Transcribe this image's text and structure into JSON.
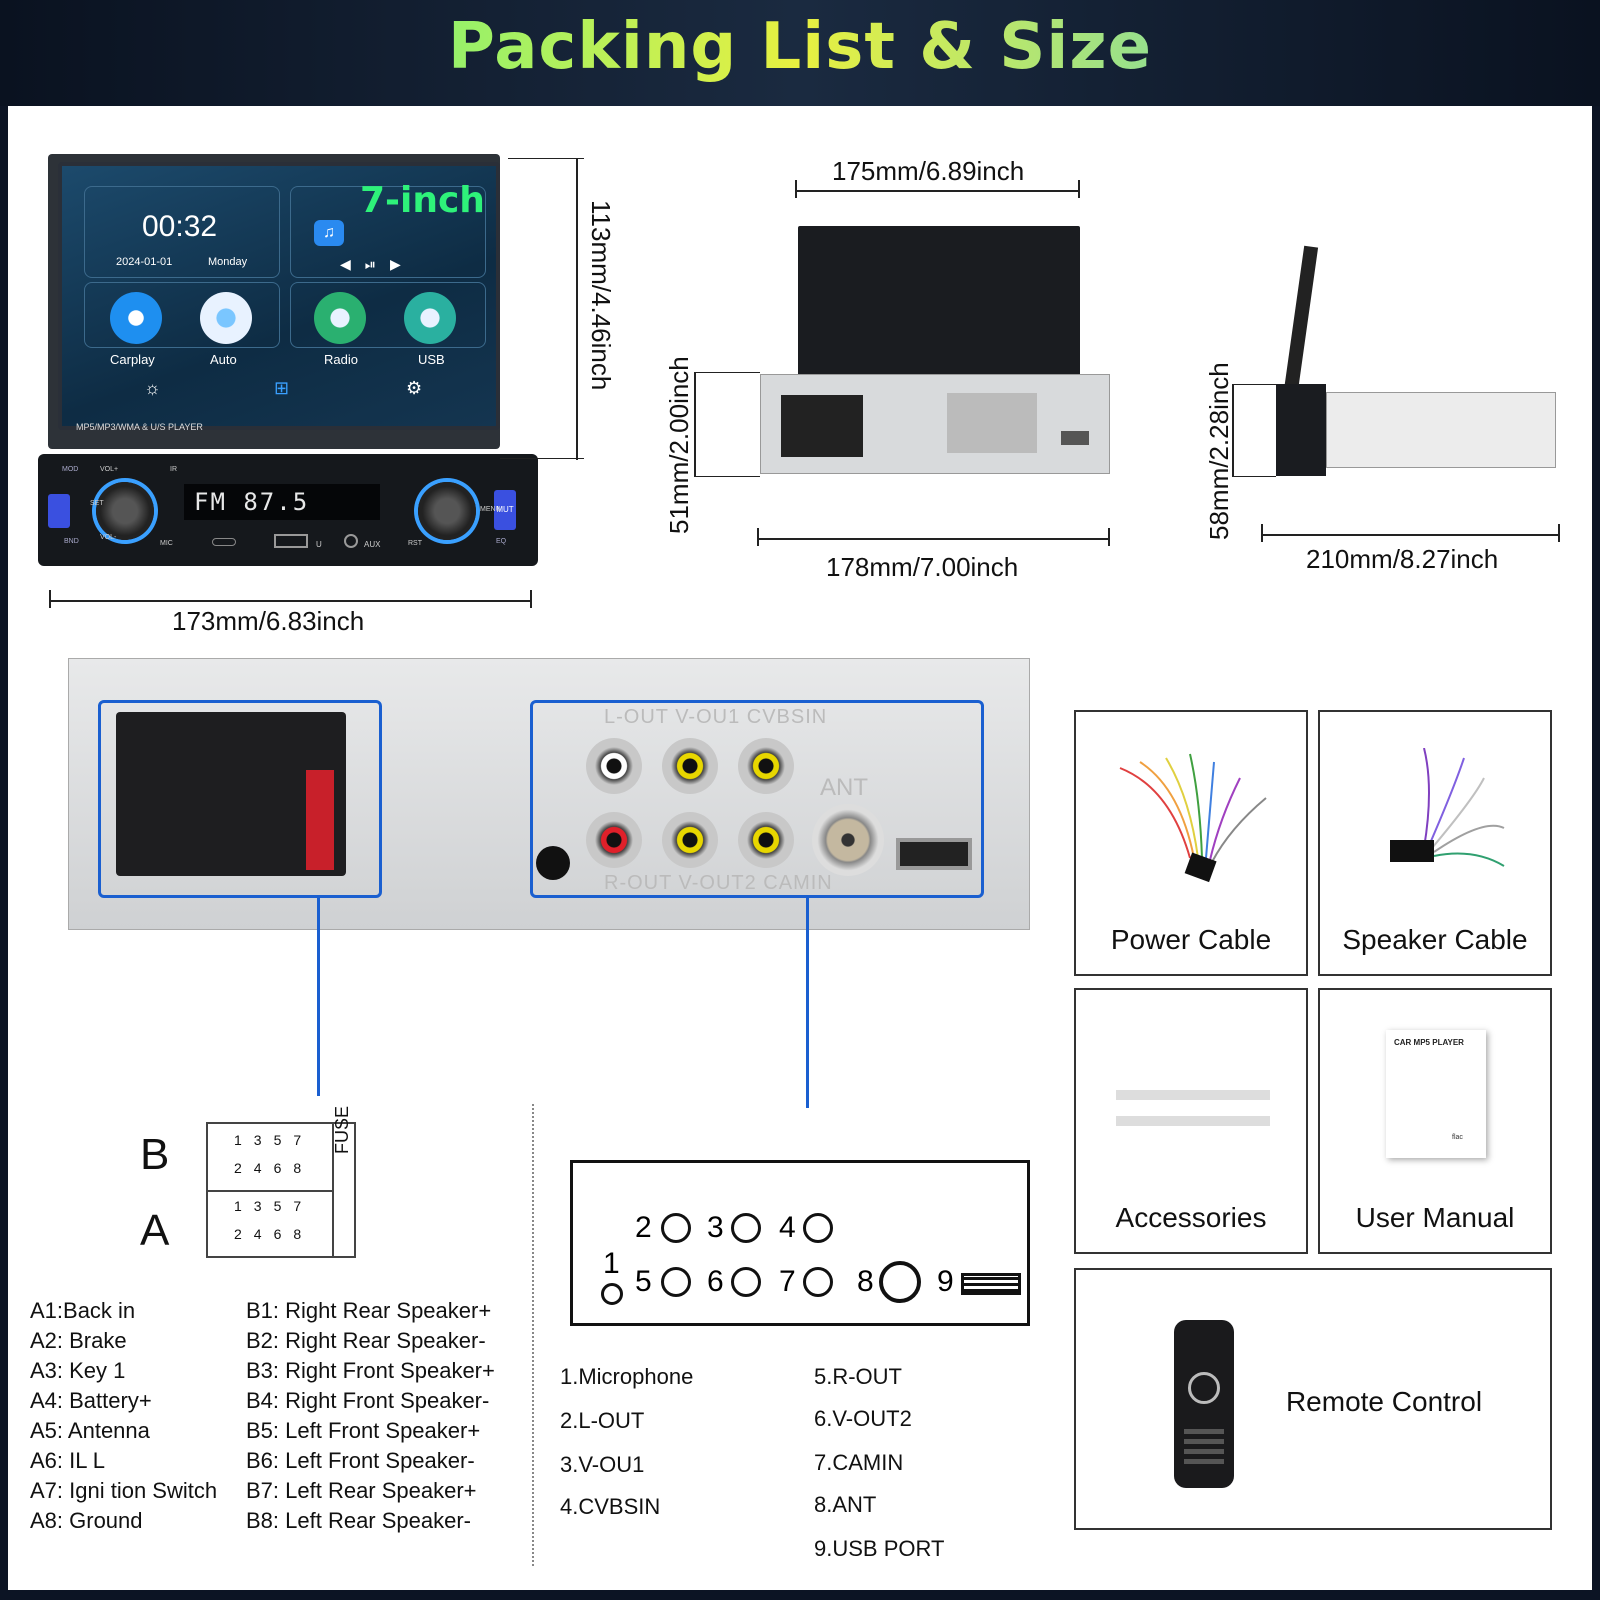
{
  "header": {
    "title": "Packing List & Size"
  },
  "radio_screen": {
    "size_label": "7-inch",
    "time": "00:32",
    "date": "2024-01-01",
    "day": "Monday",
    "apps": [
      "Carplay",
      "Auto",
      "Radio",
      "USB"
    ],
    "bottom_label": "MP5/MP3/WMA & U/S PLAYER",
    "lcd_text": "FM 87.5",
    "face_labels": {
      "mod": "MOD",
      "vol_up": "VOL+",
      "ir": "IR",
      "set": "SET",
      "vol_down": "VOL-",
      "mic": "MIC",
      "u": "U",
      "aux": "AUX",
      "rst": "RST",
      "menu": "MENU",
      "mut": "MUT",
      "bnd": "BND",
      "eq": "EQ"
    }
  },
  "dimensions": {
    "front_height": "113mm/4.46inch",
    "front_width": "173mm/6.83inch",
    "top_width": "175mm/6.89inch",
    "rear_height": "51mm/2.00inch",
    "rear_width": "178mm/7.00inch",
    "side_height": "58mm/2.28inch",
    "side_depth": "210mm/8.27inch"
  },
  "rear_panel": {
    "top_labels": "L-OUT V-OU1 CVBSIN",
    "bottom_labels": "R-OUT V-OUT2 CAMIN",
    "ant_label": "ANT"
  },
  "iso_connector": {
    "b_label": "B",
    "a_label": "A",
    "fuse_label": "FUSE",
    "pins": [
      "1",
      "3",
      "5",
      "7",
      "2",
      "4",
      "6",
      "8"
    ]
  },
  "pin_list_a": [
    "A1:Back    in",
    "A2: Brake",
    "A3: Key 1",
    "A4: Battery+",
    "A5: Antenna",
    "A6: IL L",
    "A7:  Igni tion Switch",
    "A8: Ground"
  ],
  "pin_list_b": [
    "B1: Right Rear Speaker+",
    "B2: Right Rear Speaker-",
    "B3: Right Front Speaker+",
    "B4: Right Front Speaker-",
    "B5: Left Front Speaker+",
    "B6: Left Front Speaker-",
    "B7: Left Rear Speaker+",
    "B8: Left Rear Speaker-"
  ],
  "port_diagram": {
    "numbers": [
      "1",
      "2",
      "3",
      "4",
      "5",
      "6",
      "7",
      "8",
      "9"
    ]
  },
  "port_list_left": [
    "1.Microphone",
    "2.L-OUT",
    "3.V-OU1",
    "4.CVBSIN"
  ],
  "port_list_right": [
    "5.R-OUT",
    "6.V-OUT2",
    "7.CAMIN",
    "8.ANT",
    "9.USB PORT"
  ],
  "package": {
    "power_cable": "Power Cable",
    "speaker_cable": "Speaker Cable",
    "accessories": "Accessories",
    "user_manual": "User Manual",
    "remote_control": "Remote Control",
    "manual_title": "CAR MP5 PLAYER",
    "manual_flac": "flac"
  },
  "colors": {
    "accent_blue": "#1a5fd0",
    "title_green": "#2ef2a0",
    "title_yellow": "#e8f040",
    "title_cyan": "#2ecbf0"
  }
}
